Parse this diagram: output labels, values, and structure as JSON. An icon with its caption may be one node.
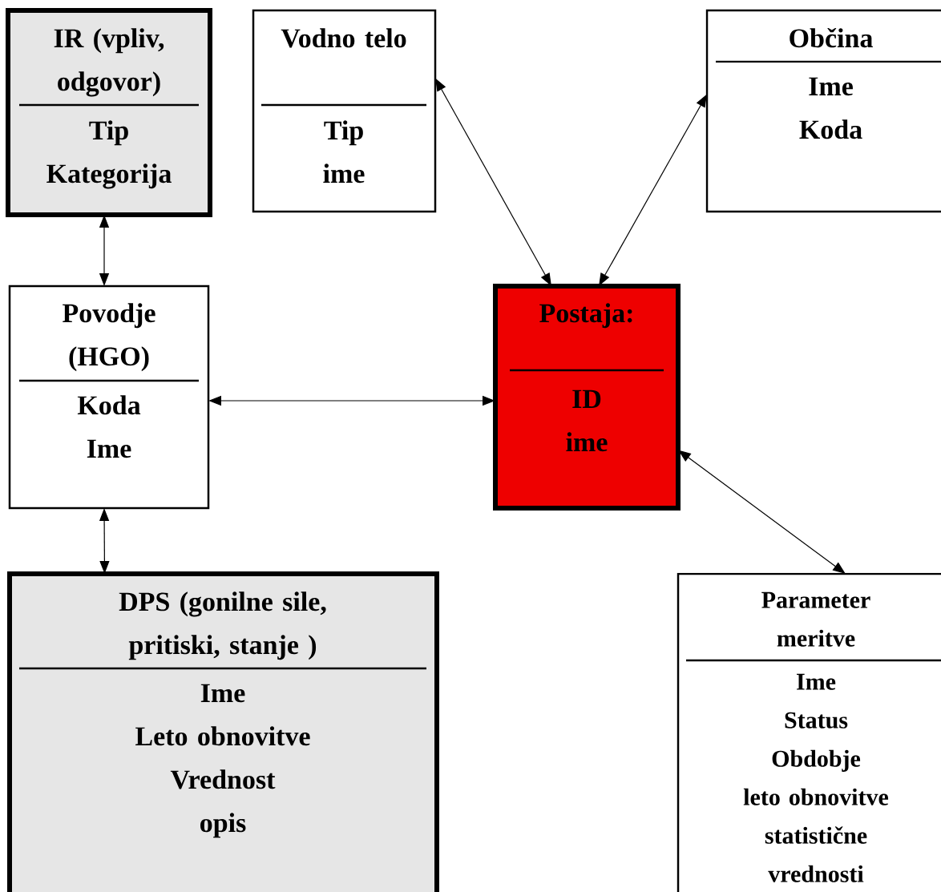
{
  "diagram": {
    "nodes": [
      {
        "text": [
          "IR (vpliv, odgovor)",
          "Tip",
          "Kategorija"
        ]
      },
      {
        "text": [
          "Vodno telo",
          "Tip",
          "ime"
        ]
      },
      {
        "text": [
          "Občina",
          "Ime",
          "Koda"
        ]
      },
      {
        "text": [
          "Povodje (HGO)",
          "Koda",
          "Ime"
        ]
      },
      {
        "text": [
          "Postaja:",
          "ID",
          "ime"
        ]
      },
      {
        "text": [
          "DPS (gonilne sile, pritiski, stanje )",
          "Ime",
          "Leto obnovitve",
          "Vrednost",
          "opis"
        ]
      },
      {
        "text": [
          "Parameter meritve",
          "Ime",
          "Status",
          "Obdobje",
          "leto obnovitve",
          "statistične vrednosti"
        ]
      }
    ],
    "edges": [
      {
        "from": 0,
        "to": 3,
        "arrow": "both"
      },
      {
        "from": 1,
        "to": 4,
        "arrow": "both"
      },
      {
        "from": 2,
        "to": 4,
        "arrow": "both"
      },
      {
        "from": 3,
        "to": 4,
        "arrow": "both"
      },
      {
        "from": 3,
        "to": 5,
        "arrow": "both"
      },
      {
        "from": 4,
        "to": 6,
        "arrow": "both"
      }
    ]
  }
}
